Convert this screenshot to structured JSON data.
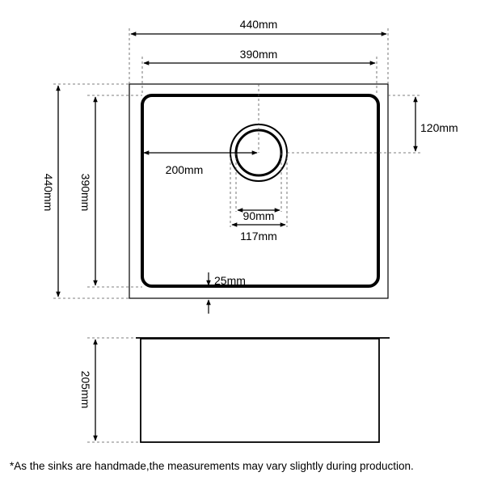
{
  "dimensions": {
    "outer_width": "440mm",
    "inner_width": "390mm",
    "outer_height": "440mm",
    "inner_height": "390mm",
    "drain_offset": "120mm",
    "drain_center": "200mm",
    "drain_inner": "90mm",
    "drain_outer": "117mm",
    "flange": "25mm",
    "depth": "205mm"
  },
  "note": "*As the sinks are handmade,the measurements may vary slightly during production.",
  "colors": {
    "line": "#000000",
    "guide": "#555555",
    "background": "#ffffff"
  }
}
